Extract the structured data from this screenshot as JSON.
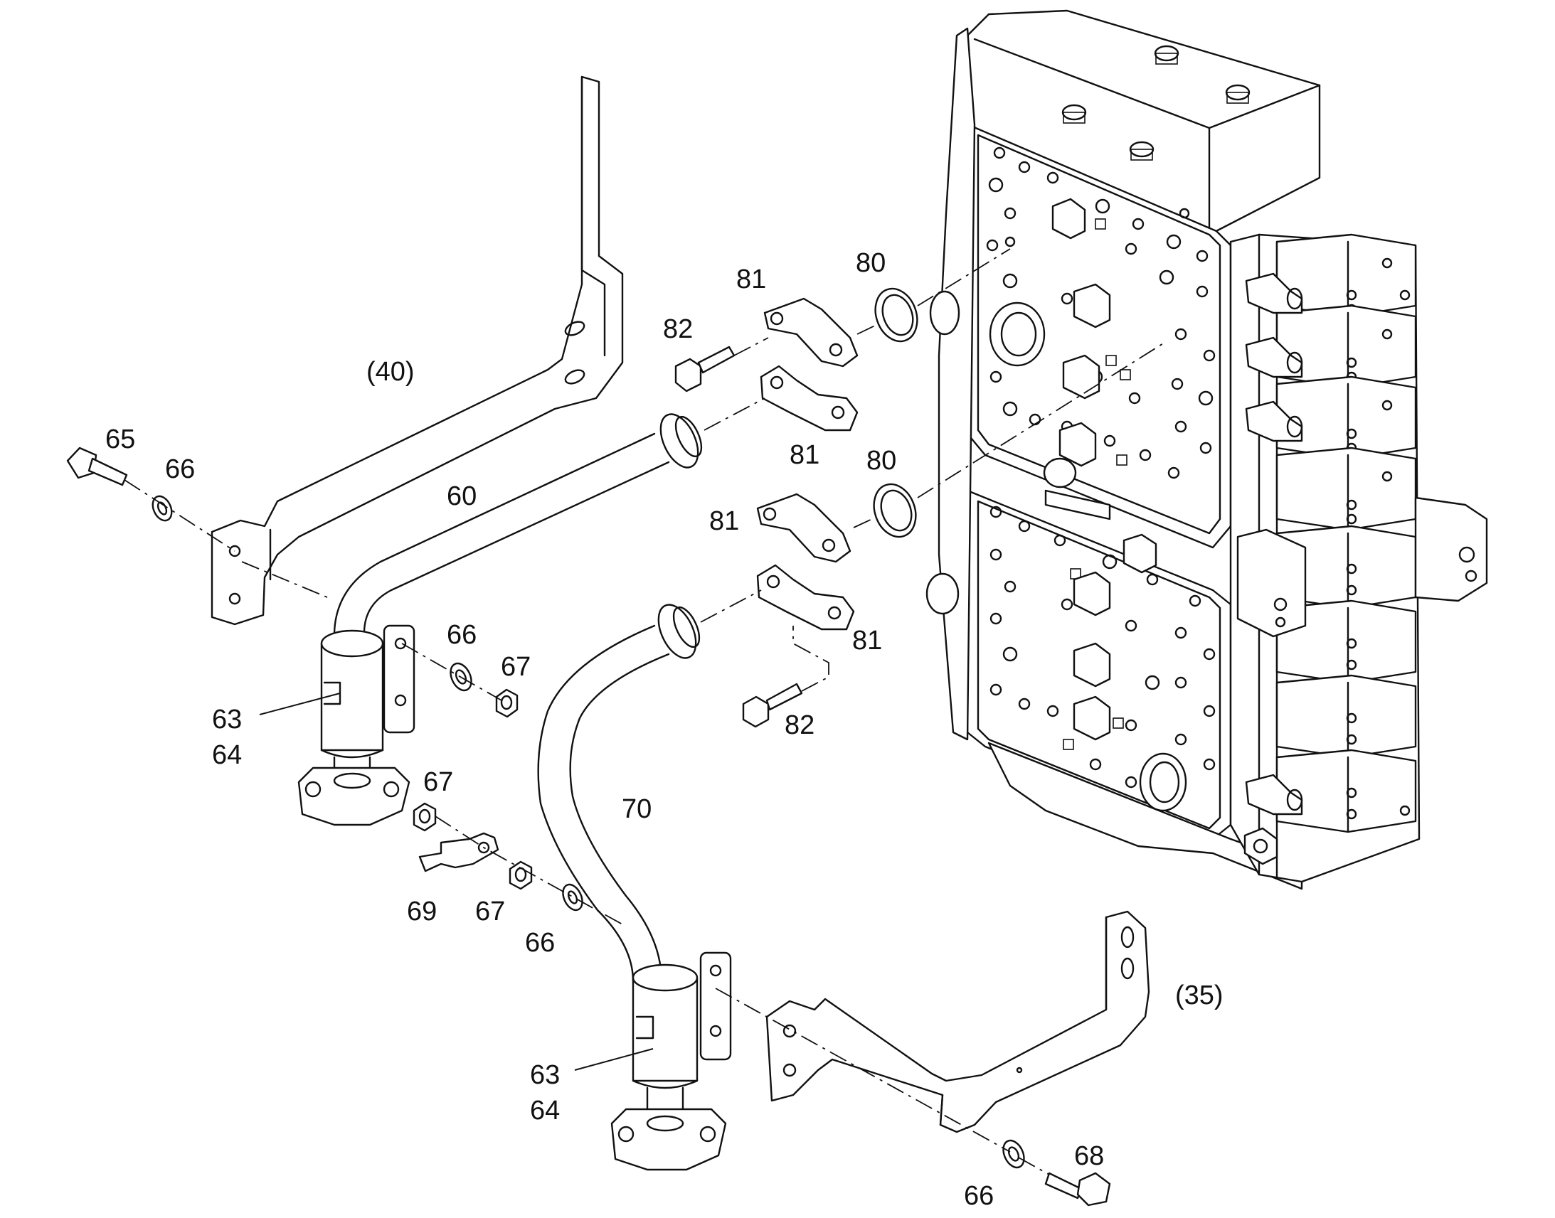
{
  "labels": {
    "ref_40": "(40)",
    "ref_35": "(35)",
    "p65": "65",
    "p66_a": "66",
    "p66_b": "66",
    "p66_c": "66",
    "p66_d": "66",
    "p60": "60",
    "p63_a": "63",
    "p64_a": "64",
    "p63_b": "63",
    "p64_b": "64",
    "p67_a": "67",
    "p67_b": "67",
    "p67_c": "67",
    "p69": "69",
    "p70": "70",
    "p68": "68",
    "p80_a": "80",
    "p80_b": "80",
    "p81_a": "81",
    "p81_b": "81",
    "p81_c": "81",
    "p81_d": "81",
    "p82_a": "82",
    "p82_b": "82"
  }
}
